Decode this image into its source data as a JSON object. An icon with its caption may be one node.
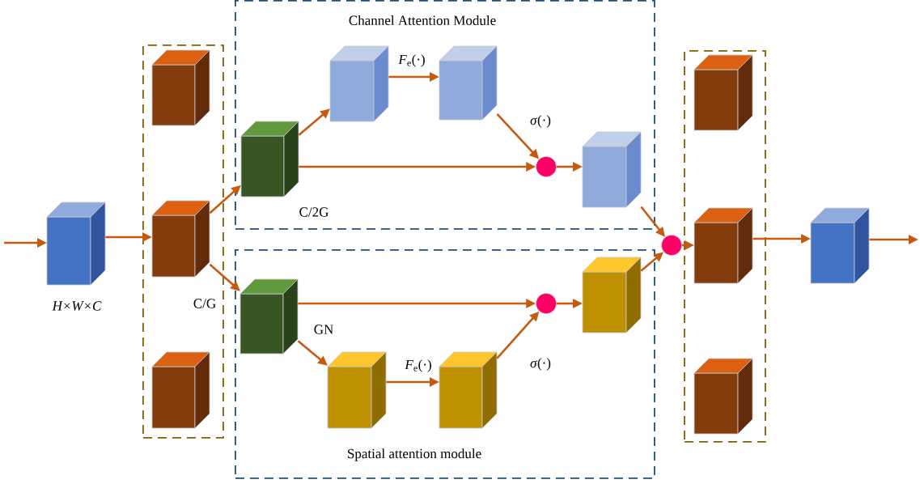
{
  "diagram": {
    "nodes": [
      {
        "text": [],
        "shape": "cube",
        "beside": [
          "H×W×C"
        ]
      },
      {
        "text": [],
        "shape": "box"
      },
      {
        "text": [],
        "shape": "cube",
        "in": 1
      },
      {
        "text": [],
        "shape": "cube",
        "in": 1
      },
      {
        "text": [],
        "shape": "cube",
        "in": 1
      },
      {
        "text": [
          "Channel Attention Module"
        ]
      },
      {
        "text": [],
        "shape": "cube",
        "in": 5,
        "beside": [
          "C/2G"
        ]
      },
      {
        "text": [],
        "shape": "cube",
        "in": 5
      },
      {
        "text": [],
        "shape": "cube",
        "in": 5
      },
      {
        "text": [],
        "shape": "circle",
        "in": 5
      },
      {
        "text": [],
        "shape": "cube",
        "in": 5
      },
      {
        "text": [
          "Spatial attention module"
        ]
      },
      {
        "text": [],
        "shape": "cube",
        "in": 11
      },
      {
        "text": [],
        "shape": "cube",
        "in": 11
      },
      {
        "text": [],
        "shape": "cube",
        "in": 11
      },
      {
        "text": [],
        "shape": "circle",
        "in": 11
      },
      {
        "text": [],
        "shape": "cube",
        "in": 11
      },
      {
        "text": [],
        "shape": "circle"
      },
      {
        "text": [],
        "shape": "box"
      },
      {
        "text": [],
        "shape": "cube",
        "in": 18
      },
      {
        "text": [],
        "shape": "cube",
        "in": 18
      },
      {
        "text": [],
        "shape": "cube",
        "in": 18
      },
      {
        "text": [],
        "shape": "cube"
      }
    ],
    "edges": [
      {
        "from": null,
        "to": 0,
        "arrow": "to"
      },
      {
        "from": 0,
        "to": 3,
        "arrow": "to"
      },
      {
        "from": 3,
        "to": 6,
        "arrow": "to"
      },
      {
        "from": 3,
        "to": 12,
        "arrow": "to",
        "label": "C/G"
      },
      {
        "from": 6,
        "to": 7,
        "arrow": "to"
      },
      {
        "from": 7,
        "to": 8,
        "arrow": "to",
        "label": "*F*$_{e}$(·)"
      },
      {
        "from": 8,
        "to": 9,
        "arrow": "to",
        "label": "*σ*(·)"
      },
      {
        "from": 6,
        "to": 9,
        "arrow": "to"
      },
      {
        "from": 9,
        "to": 10,
        "arrow": "to"
      },
      {
        "from": 10,
        "to": 17,
        "arrow": "to"
      },
      {
        "from": 12,
        "to": 15,
        "arrow": "to"
      },
      {
        "from": 12,
        "to": 13,
        "arrow": "to",
        "label": "GN"
      },
      {
        "from": 13,
        "to": 14,
        "arrow": "to",
        "label": "*F*$_{e}$(·)"
      },
      {
        "from": 14,
        "to": 15,
        "arrow": "to",
        "label": "*σ*(·)"
      },
      {
        "from": 15,
        "to": 16,
        "arrow": "to"
      },
      {
        "from": 16,
        "to": 17,
        "arrow": "to"
      },
      {
        "from": 17,
        "to": 20,
        "arrow": "to"
      },
      {
        "from": 20,
        "to": 22,
        "arrow": "to"
      },
      {
        "from": 22,
        "to": null,
        "arrow": "to"
      }
    ]
  }
}
